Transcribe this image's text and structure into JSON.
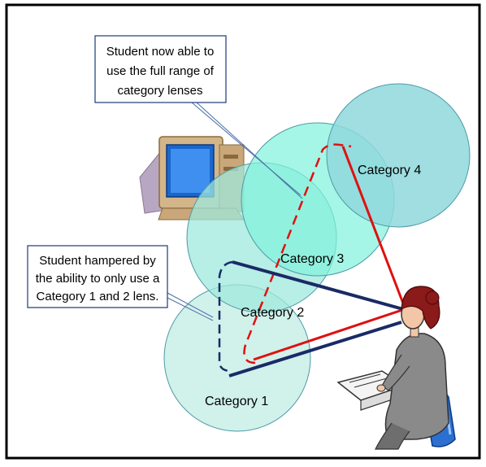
{
  "callouts": {
    "full_range": [
      "Student now able to",
      "use the full range of",
      "category lenses"
    ],
    "hampered": [
      "Student hampered by",
      "the ability to only use a",
      "Category 1 and 2 lens."
    ]
  },
  "lenses": {
    "category_1": "Category 1",
    "category_2": "Category 2",
    "category_3": "Category 3",
    "category_4": "Category 4"
  },
  "colors": {
    "frame": "#000000",
    "lens_light": "#c9efe8",
    "lens_mid": "#9fe8dc",
    "lens_bright": "#7ff2dc",
    "lens_cyan": "#8fd8dc",
    "lens_stroke": "#4d9aa8",
    "red_path": "#e01010",
    "navy_path": "#1a2a66",
    "callout_border": "#1a3a7a"
  },
  "icons": {
    "computer": "computer-icon",
    "student": "student-at-desk-icon"
  }
}
